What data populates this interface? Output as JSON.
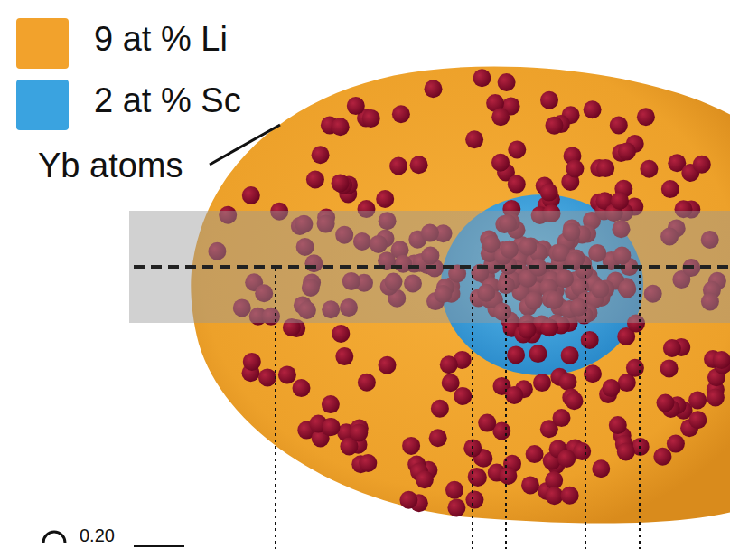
{
  "diagram": {
    "labels": [
      "Yb atoms",
      "0.20"
    ],
    "legend": [
      {
        "text": "9 at % Li",
        "color": "#f2a22c"
      },
      {
        "text": "2 at % Sc",
        "color": "#3aa3e0"
      }
    ]
  }
}
